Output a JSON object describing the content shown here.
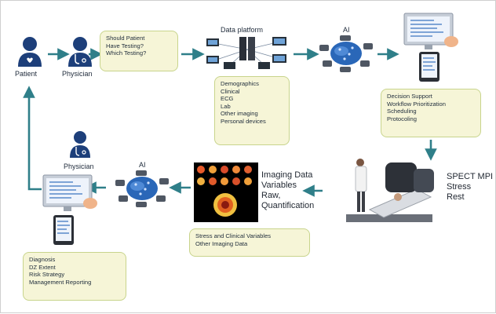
{
  "nodes": {
    "patient_label": "Patient",
    "physician_top_label": "Physician",
    "data_platform_label": "Data platform",
    "ai_top_label": "AI",
    "physician_bottom_label": "Physician",
    "ai_bottom_label": "AI"
  },
  "question_box": {
    "lines": [
      "Should Patient",
      "Have Testing?",
      "Which Testing?"
    ]
  },
  "data_box": {
    "lines": [
      "Demographics",
      "Clinical",
      "ECG",
      "Lab",
      "Other imaging",
      "Personal devices"
    ]
  },
  "decision_box": {
    "lines": [
      "Decision Support",
      "Workflow Prioritization",
      "Scheduling",
      "Protocoling"
    ]
  },
  "spect_label": {
    "lines": [
      "SPECT MPI",
      "Stress",
      "Rest"
    ]
  },
  "imaging_label": {
    "lines": [
      "Imaging Data",
      "Variables",
      "Raw,",
      "Quantification"
    ]
  },
  "stress_box": {
    "lines": [
      "Stress and Clinical Variables",
      "Other Imaging Data"
    ]
  },
  "diagnosis_box": {
    "lines": [
      "Diagnosis",
      "DZ Extent",
      "Risk Strategy",
      "Management Reporting"
    ]
  },
  "colors": {
    "arrow": "#2f7f89",
    "navy": "#1d3f7a",
    "box_fill": "#f6f5d7",
    "box_border": "#c8d48c"
  },
  "icons": [
    "patient-icon",
    "physician-icon",
    "server-network-icon",
    "brain-ai-icon",
    "monitor-hand-icon",
    "tablet-icon",
    "spect-scanner-icon",
    "pet-scan-images-icon"
  ]
}
